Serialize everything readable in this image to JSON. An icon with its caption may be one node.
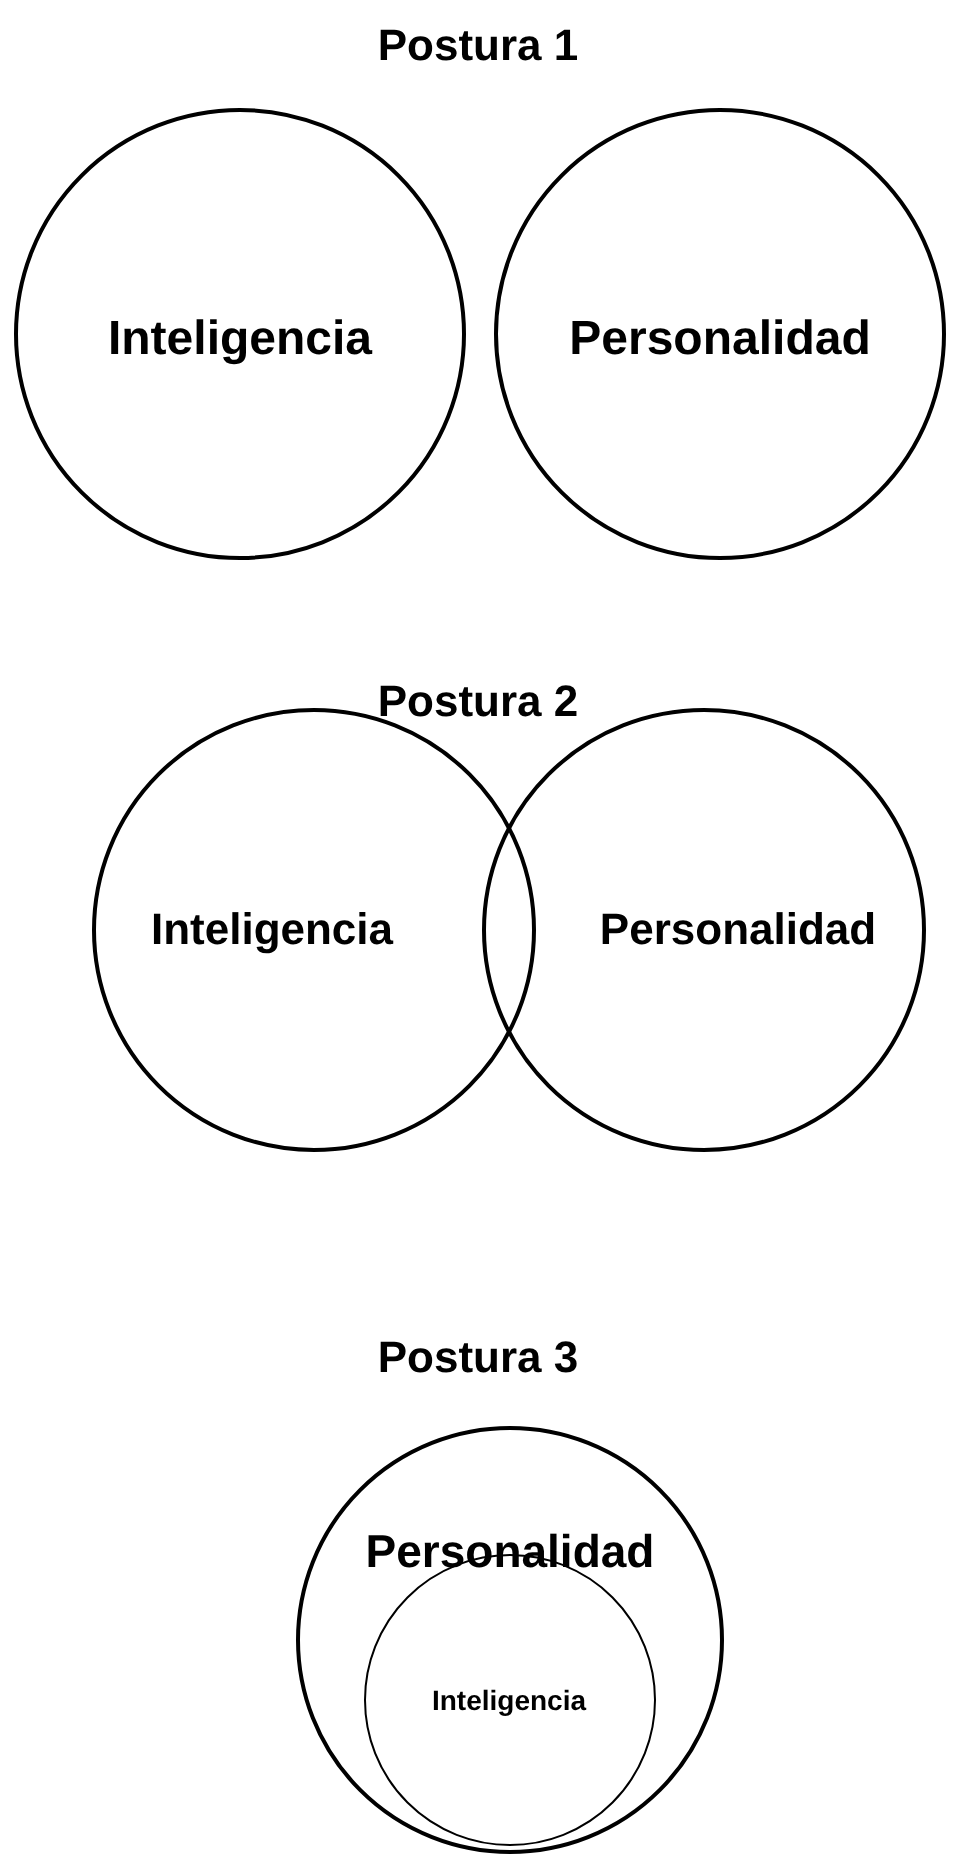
{
  "diagram": {
    "nodes": [
      {
        "text": [
          "Inteligencia"
        ]
      },
      {
        "text": [
          "Personalidad"
        ]
      },
      {
        "text": [
          "Inteligencia"
        ]
      },
      {
        "text": [
          "Personalidad"
        ]
      },
      {
        "text": [
          "Personalidad"
        ]
      },
      {
        "text": [
          "Inteligencia"
        ],
        "in": 4
      }
    ],
    "labels": [
      "Postura 1",
      "Postura 2",
      "Postura 3"
    ]
  }
}
